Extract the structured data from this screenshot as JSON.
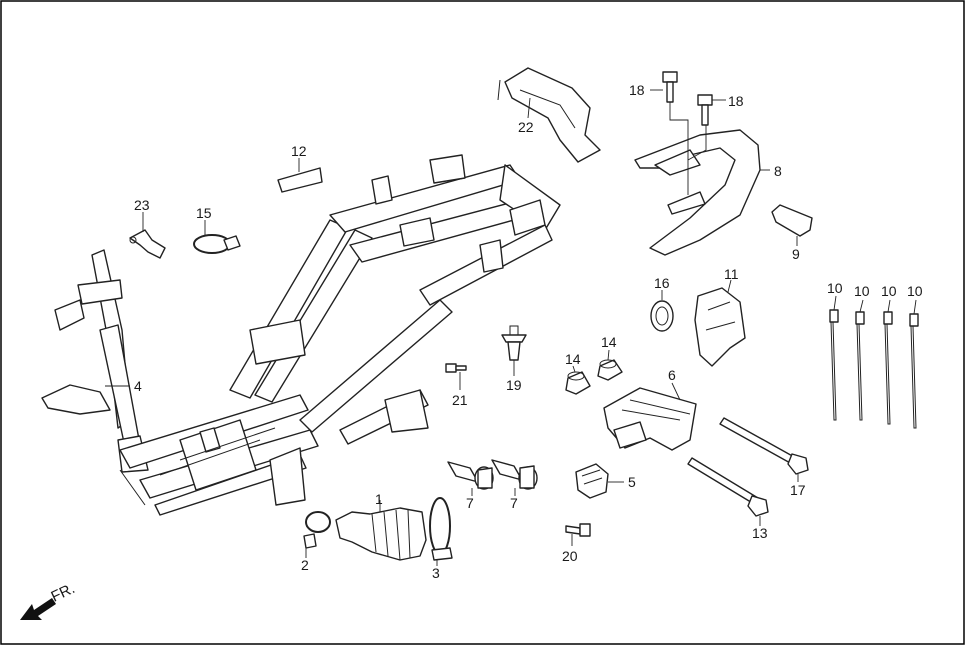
{
  "diagram": {
    "direction_label": "FR.",
    "callouts": [
      {
        "id": "c1",
        "text": "1"
      },
      {
        "id": "c2",
        "text": "2"
      },
      {
        "id": "c3",
        "text": "3"
      },
      {
        "id": "c4",
        "text": "4"
      },
      {
        "id": "c5",
        "text": "5"
      },
      {
        "id": "c6",
        "text": "6"
      },
      {
        "id": "c7a",
        "text": "7"
      },
      {
        "id": "c7b",
        "text": "7"
      },
      {
        "id": "c8",
        "text": "8"
      },
      {
        "id": "c9",
        "text": "9"
      },
      {
        "id": "c10a",
        "text": "10"
      },
      {
        "id": "c10b",
        "text": "10"
      },
      {
        "id": "c10c",
        "text": "10"
      },
      {
        "id": "c10d",
        "text": "10"
      },
      {
        "id": "c11",
        "text": "11"
      },
      {
        "id": "c12",
        "text": "12"
      },
      {
        "id": "c13",
        "text": "13"
      },
      {
        "id": "c14a",
        "text": "14"
      },
      {
        "id": "c14b",
        "text": "14"
      },
      {
        "id": "c15",
        "text": "15"
      },
      {
        "id": "c16",
        "text": "16"
      },
      {
        "id": "c17",
        "text": "17"
      },
      {
        "id": "c18a",
        "text": "18"
      },
      {
        "id": "c18b",
        "text": "18"
      },
      {
        "id": "c19",
        "text": "19"
      },
      {
        "id": "c20",
        "text": "20"
      },
      {
        "id": "c21",
        "text": "21"
      },
      {
        "id": "c22",
        "text": "22"
      },
      {
        "id": "c23",
        "text": "23"
      }
    ]
  }
}
